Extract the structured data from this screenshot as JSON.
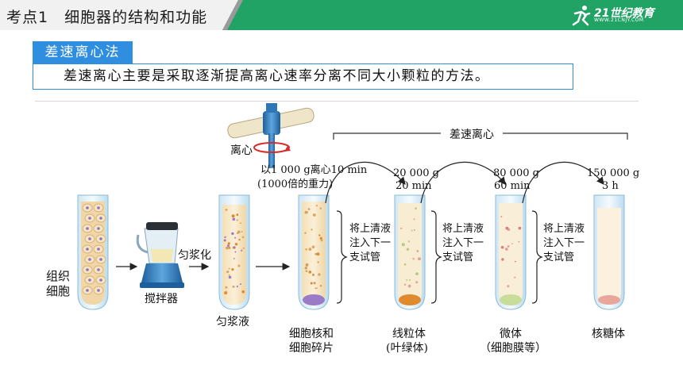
{
  "header": {
    "title": "考点1　细胞器的结构和功能",
    "logo_text": "21世纪教育",
    "logo_sub": "WWW.21CNJY.COM"
  },
  "section": {
    "tag": "差速离心法",
    "description": "差速离心主要是采取逐渐提高离心速率分离不同大小颗粒的方法。"
  },
  "figure": {
    "bracket_label": "差速离心",
    "centrifuge_label": "离心",
    "step1_line1": "以1 000 g离心10 min",
    "step1_line2": "(1000倍的重力)",
    "tissue_label_1": "组织",
    "tissue_label_2": "细胞",
    "blender_label": "搅拌器",
    "homogenize_label": "匀浆化",
    "homogenate_label": "匀浆液",
    "transfer_line1": "将上清液",
    "transfer_line2": "注入下一",
    "transfer_line3": "支试管",
    "tubes": [
      {
        "speed": "20 000 g",
        "time": "20 min",
        "product_1": "线粒体",
        "product_2": "(叶绿体)"
      },
      {
        "speed": "80 000 g",
        "time": "60 min",
        "product_1": "微体",
        "product_2": "（细胞膜等）"
      },
      {
        "speed": "150 000 g",
        "time": "3 h",
        "product_1": "核糖体",
        "product_2": ""
      }
    ],
    "first_product_1": "细胞核和",
    "first_product_2": "细胞碎片"
  },
  "colors": {
    "header_green": "#21a366",
    "accent_blue": "#2f8ee0",
    "tube_fill": "#f6e6c6"
  }
}
